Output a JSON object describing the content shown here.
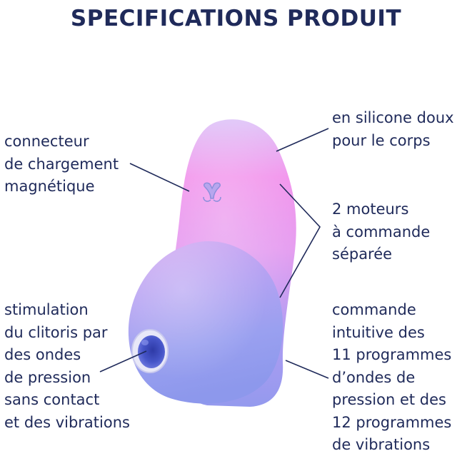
{
  "title": "SPECIFICATIONS PRODUIT",
  "labels": {
    "connector": [
      "connecteur",
      "de chargement",
      "magnétique"
    ],
    "silicone": [
      "en silicone doux",
      "pour le corps"
    ],
    "motors": [
      "2 moteurs",
      "à commande",
      "séparée"
    ],
    "stimulation": [
      "stimulation",
      "du clitoris par",
      "des ondes",
      "de pression",
      "sans contact",
      "et des vibrations"
    ],
    "command": [
      "commande",
      "intuitive des",
      "11 programmes",
      "d’ondes de",
      "pression et des",
      "12 programmes",
      "de vibrations"
    ]
  },
  "colors": {
    "text": "#1f2a5a",
    "pink": "#f08ce8",
    "lilac": "#c9a8f2",
    "blue": "#8a94ee"
  },
  "icons": {
    "logo": "satisfyer-logo-icon"
  }
}
